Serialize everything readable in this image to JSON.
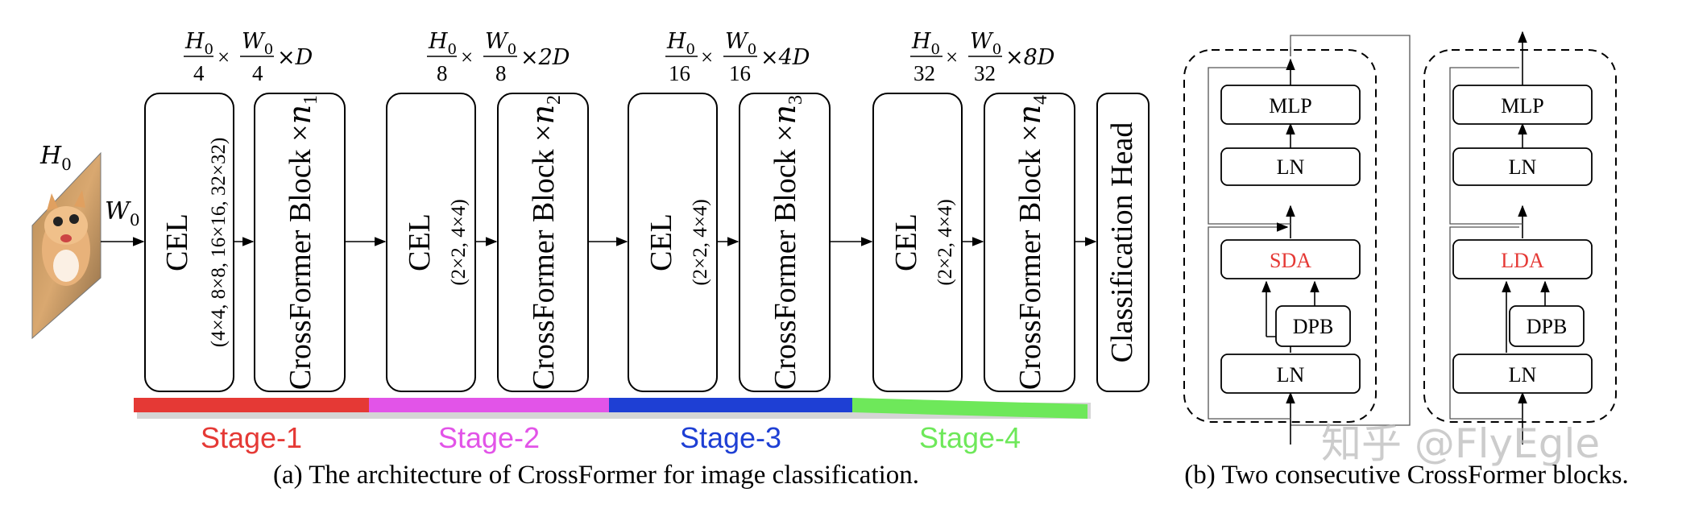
{
  "input": {
    "height_label": "H",
    "height_sub": "0",
    "width_label": "W",
    "width_sub": "0"
  },
  "stages": [
    {
      "dim": {
        "h_num": "H",
        "h_sub": "0",
        "h_den": "4",
        "w_num": "W",
        "w_sub": "0",
        "w_den": "4",
        "times": "×",
        "channels": "×D"
      },
      "cel_label": "CEL",
      "cel_params": "(4×4, 8×8, 16×16, 32×32)",
      "block_label": "CrossFormer Block ×",
      "block_n": "n",
      "block_n_sub": "1",
      "stage_label": "Stage-1",
      "color": "#e53935"
    },
    {
      "dim": {
        "h_num": "H",
        "h_sub": "0",
        "h_den": "8",
        "w_num": "W",
        "w_sub": "0",
        "w_den": "8",
        "times": "×",
        "channels": "×2D"
      },
      "cel_label": "CEL",
      "cel_params": "(2×2, 4×4)",
      "block_label": "CrossFormer Block ×",
      "block_n": "n",
      "block_n_sub": "2",
      "stage_label": "Stage-2",
      "color": "#e254e8"
    },
    {
      "dim": {
        "h_num": "H",
        "h_sub": "0",
        "h_den": "16",
        "w_num": "W",
        "w_sub": "0",
        "w_den": "16",
        "times": "×",
        "channels": "×4D"
      },
      "cel_label": "CEL",
      "cel_params": "(2×2, 4×4)",
      "block_label": "CrossFormer Block ×",
      "block_n": "n",
      "block_n_sub": "3",
      "stage_label": "Stage-3",
      "color": "#1e3fd4"
    },
    {
      "dim": {
        "h_num": "H",
        "h_sub": "0",
        "h_den": "32",
        "w_num": "W",
        "w_sub": "0",
        "w_den": "32",
        "times": "×",
        "channels": "×8D"
      },
      "cel_label": "CEL",
      "cel_params": "(2×2, 4×4)",
      "block_label": "CrossFormer Block ×",
      "block_n": "n",
      "block_n_sub": "4",
      "stage_label": "Stage-4",
      "color": "#6ee85a"
    }
  ],
  "classification_head": "Classification Head",
  "caption_a": "(a) The architecture of CrossFormer for image classification.",
  "blocks": [
    {
      "mlp": "MLP",
      "ln_top": "LN",
      "attn": "SDA",
      "dpb": "DPB",
      "ln_bottom": "LN",
      "attn_color": "#e53935"
    },
    {
      "mlp": "MLP",
      "ln_top": "LN",
      "attn": "LDA",
      "dpb": "DPB",
      "ln_bottom": "LN",
      "attn_color": "#e53935"
    }
  ],
  "caption_b": "(b) Two consecutive CrossFormer blocks.",
  "watermark": "知乎 @FlyEgle",
  "colors": {
    "stroke": "#000000",
    "watermark": "#bbbbbb"
  },
  "icons": {
    "input_image": "cat-photo-icon"
  }
}
